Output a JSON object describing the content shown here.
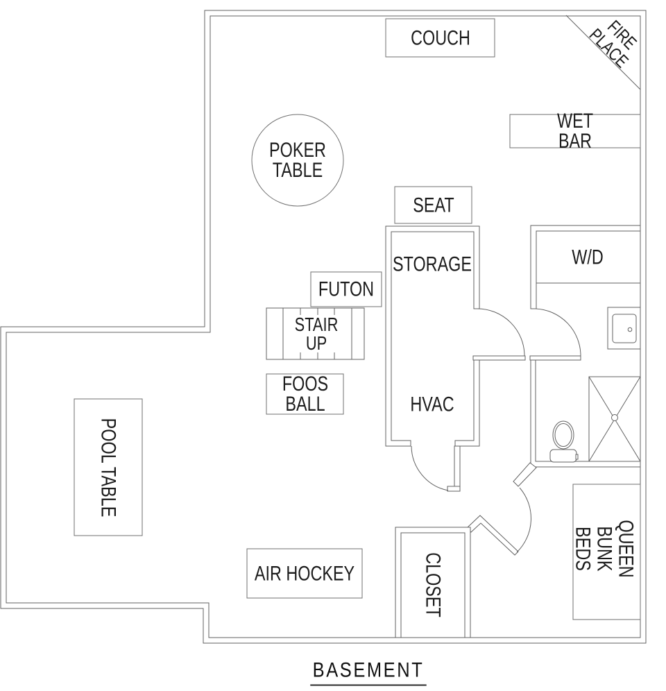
{
  "title": "BASEMENT",
  "labels": {
    "couch": "COUCH",
    "fireplace": "FIRE\nPLACE",
    "wet_bar": "WET BAR",
    "poker_table": "POKER\nTABLE",
    "seat": "SEAT",
    "storage": "STORAGE",
    "washer_dryer": "W/D",
    "futon": "FUTON",
    "stair_up": "STAIR\nUP",
    "foosball": "FOOS\nBALL",
    "hvac": "HVAC",
    "pool_table": "POOL TABLE",
    "air_hockey": "AIR HOCKEY",
    "closet": "CLOSET",
    "queen_bunk_beds": "QUEEN BUNK\nBEDS"
  },
  "icons": {
    "toilet": "toilet-icon",
    "shower": "shower-stall-icon",
    "sink": "sink-icon",
    "door_swing": "door-swing-arc-icon",
    "stairs": "stair-treads-icon",
    "fireplace_corner": "fireplace-diagonal-icon"
  },
  "colors": {
    "background": "#ffffff",
    "wall_line": "#616161",
    "furniture_line": "#6f6f6f",
    "text": "#1b1b1b"
  }
}
